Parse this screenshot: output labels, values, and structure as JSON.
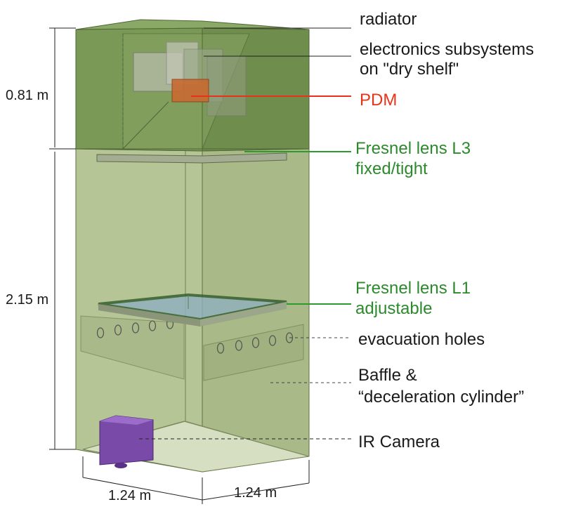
{
  "dimensions": {
    "upper_height": "0.81 m",
    "lower_height": "2.15 m",
    "width_left": "1.24 m",
    "width_right": "1.24 m"
  },
  "callouts": {
    "radiator": "radiator",
    "electronics_line1": "electronics subsystems",
    "electronics_line2": "on \"dry shelf\"",
    "pdm": "PDM",
    "lens_l3_line1": "Fresnel lens L3",
    "lens_l3_line2": "fixed/tight",
    "lens_l1_line1": "Fresnel lens L1",
    "lens_l1_line2": "adjustable",
    "evacuation_holes": "evacuation holes",
    "baffle_line1": "Baffle &",
    "baffle_line2": "“deceleration cylinder”",
    "ir_camera": "IR Camera"
  },
  "colors": {
    "upper_section": "#7d9b58",
    "lower_section": "#b9c79a",
    "pdm": "#e8331a",
    "fresnel": "#2c8a2c",
    "ir_camera": "#6a3a9e",
    "text": "#1a1a1a"
  }
}
